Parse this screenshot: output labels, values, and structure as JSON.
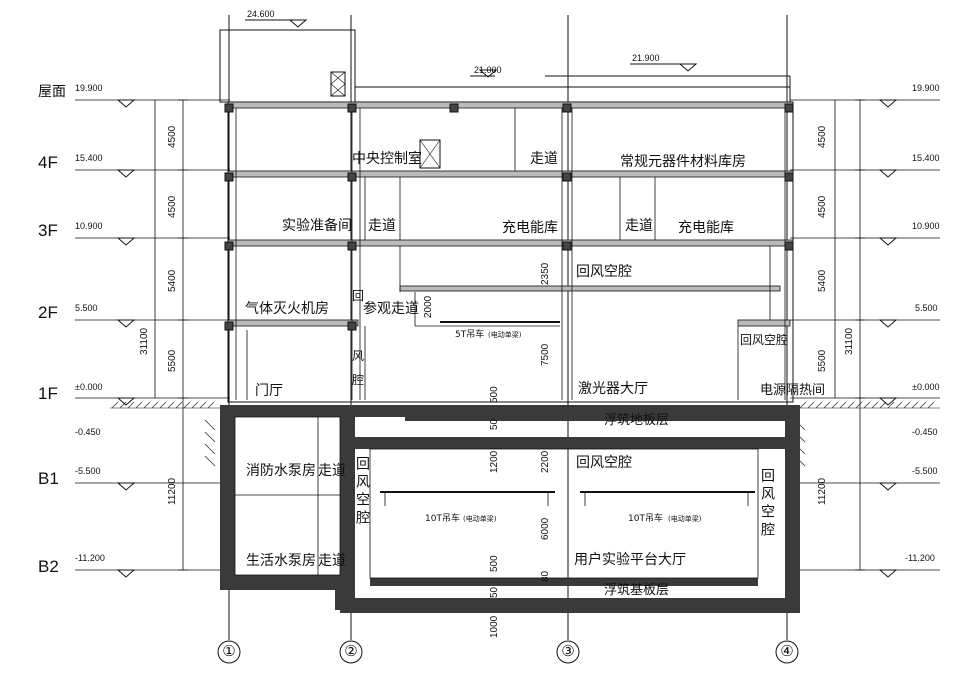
{
  "floor_labels": {
    "roof": "屋面",
    "f4": "4F",
    "f3": "3F",
    "f2": "2F",
    "f1": "1F",
    "b1": "B1",
    "b2": "B2"
  },
  "elevations": {
    "top": "24.600",
    "stair": "21.000",
    "parapet": "21.900",
    "roof": "19.900",
    "f4": "15.400",
    "f3": "10.900",
    "f2": "5.500",
    "f1": "±0.000",
    "ground": "-0.450",
    "b1": "-5.500",
    "b2": "-11.200"
  },
  "rooms": {
    "central_control": "中央控制室",
    "corridor_4f": "走道",
    "materials_store": "常规元器件材料库房",
    "lab_prep": "实验准备间",
    "corridor_3f": "走道",
    "charging_a": "充电能库",
    "corridor_3f_b": "走道",
    "charging_b": "充电能库",
    "return_air_2f": "回风空腔",
    "gas_fire": "气体灭火机房",
    "visit_corridor": "参观走道",
    "hoist_5t": "5T吊车",
    "hoist_note": "(电动单梁)",
    "lobby": "门厅",
    "laser_hall": "激光器大厅",
    "return_air_1f": "回风空腔",
    "power_room": "电源隔热间",
    "col_left": "回",
    "col_mid": "风",
    "col_mid2": "腔",
    "upper_slab": "浮筑地板层",
    "return_air_b1": "回风空腔",
    "fire_pump": "消防水泵房",
    "corridor_b1": "走道",
    "domestic_pump": "生活水泵房",
    "corridor_b2": "走道",
    "user_hall": "用户实验平台大厅",
    "lower_slab": "浮筑基板层",
    "left_cavity": "回风空腔",
    "right_cavity": "回风空腔",
    "hoist_10t_a": "10T吊车",
    "hoist_10t_b": "10T吊车"
  },
  "dims": {
    "left_4f": "4500",
    "left_3f": "4500",
    "left_2f": "5400",
    "left_1f": "5500",
    "left_total": "31100",
    "left_b": "11200",
    "right_4f": "4500",
    "right_3f": "4500",
    "right_2f": "5400",
    "right_1f": "5500",
    "right_total": "31100",
    "right_b": "11200",
    "mid_2350": "2350",
    "mid_2000": "2000",
    "mid_7500": "7500",
    "mid_500": "500",
    "mid_1200": "1200",
    "mid_2200": "2200",
    "mid_6000": "6000",
    "mid_500b": "500",
    "mid_1000": "1000",
    "mid_50a": "50",
    "mid_80": "80",
    "mid_50b": "50"
  },
  "axes": [
    "①",
    "②",
    "③",
    "④"
  ]
}
